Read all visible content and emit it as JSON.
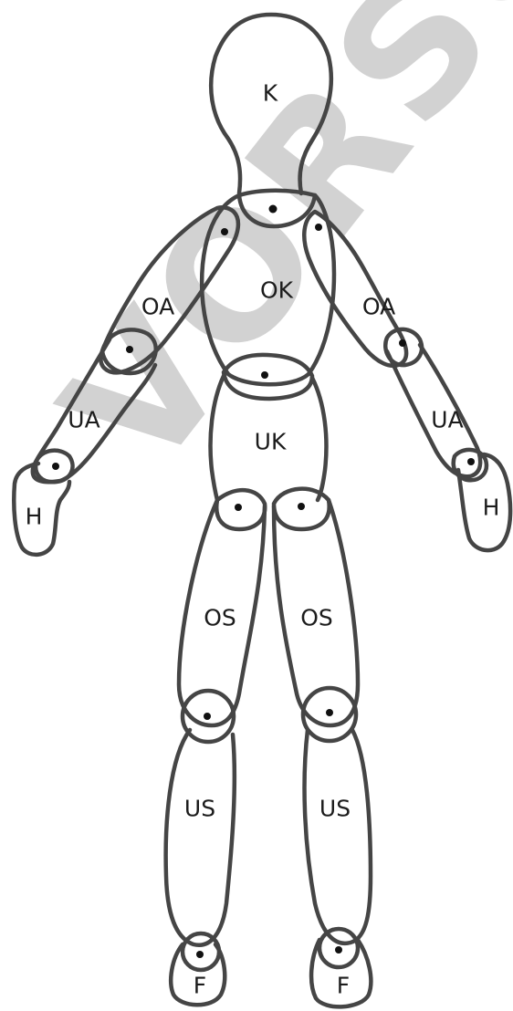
{
  "watermark": {
    "text": "VORSCHAU"
  },
  "labels": {
    "head": "K",
    "upper_body": "OK",
    "lower_body": "UK",
    "upper_arm_left": "OA",
    "upper_arm_right": "OA",
    "lower_arm_left": "UA",
    "lower_arm_right": "UA",
    "hand_left": "H",
    "hand_right": "H",
    "thigh_left": "OS",
    "thigh_right": "OS",
    "shin_left": "US",
    "shin_right": "US",
    "foot_left": "F",
    "foot_right": "F"
  }
}
